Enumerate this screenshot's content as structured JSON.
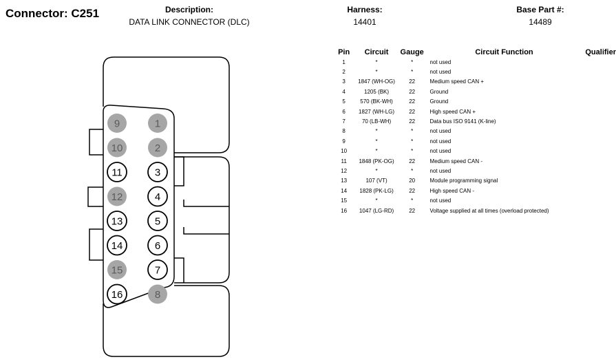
{
  "header": {
    "connector_title": "Connector: C251",
    "description_label": "Description:",
    "description_value": "DATA LINK CONNECTOR (DLC)",
    "harness_label": "Harness:",
    "harness_value": "14401",
    "base_part_label": "Base Part #:",
    "base_part_value": "14489"
  },
  "table": {
    "columns": [
      "Pin",
      "Circuit",
      "Gauge",
      "Circuit Function",
      "Qualifier"
    ],
    "rows": [
      {
        "pin": "1",
        "circuit": "*",
        "gauge": "*",
        "function": "not used",
        "qualifier": ""
      },
      {
        "pin": "2",
        "circuit": "*",
        "gauge": "*",
        "function": "not used",
        "qualifier": ""
      },
      {
        "pin": "3",
        "circuit": "1847 (WH-OG)",
        "gauge": "22",
        "function": "Medium speed CAN +",
        "qualifier": ""
      },
      {
        "pin": "4",
        "circuit": "1205 (BK)",
        "gauge": "22",
        "function": "Ground",
        "qualifier": ""
      },
      {
        "pin": "5",
        "circuit": "570 (BK-WH)",
        "gauge": "22",
        "function": "Ground",
        "qualifier": ""
      },
      {
        "pin": "6",
        "circuit": "1827 (WH-LG)",
        "gauge": "22",
        "function": "High speed CAN +",
        "qualifier": ""
      },
      {
        "pin": "7",
        "circuit": "70 (LB-WH)",
        "gauge": "22",
        "function": "Data bus ISO 9141 (K-line)",
        "qualifier": ""
      },
      {
        "pin": "8",
        "circuit": "*",
        "gauge": "*",
        "function": "not used",
        "qualifier": ""
      },
      {
        "pin": "9",
        "circuit": "*",
        "gauge": "*",
        "function": "not used",
        "qualifier": ""
      },
      {
        "pin": "10",
        "circuit": "*",
        "gauge": "*",
        "function": "not used",
        "qualifier": ""
      },
      {
        "pin": "11",
        "circuit": "1848 (PK-OG)",
        "gauge": "22",
        "function": "Medium speed CAN -",
        "qualifier": ""
      },
      {
        "pin": "12",
        "circuit": "*",
        "gauge": "*",
        "function": "not used",
        "qualifier": ""
      },
      {
        "pin": "13",
        "circuit": "107 (VT)",
        "gauge": "20",
        "function": "Module programming signal",
        "qualifier": ""
      },
      {
        "pin": "14",
        "circuit": "1828 (PK-LG)",
        "gauge": "22",
        "function": "High speed CAN -",
        "qualifier": ""
      },
      {
        "pin": "15",
        "circuit": "*",
        "gauge": "*",
        "function": "not used",
        "qualifier": ""
      },
      {
        "pin": "16",
        "circuit": "1047 (LG-RD)",
        "gauge": "22",
        "function": "Voltage supplied at all times (overload protected)",
        "qualifier": ""
      }
    ]
  },
  "connector": {
    "pins": [
      {
        "label": "9",
        "used": false
      },
      {
        "label": "1",
        "used": false
      },
      {
        "label": "10",
        "used": false
      },
      {
        "label": "2",
        "used": false
      },
      {
        "label": "11",
        "used": true
      },
      {
        "label": "3",
        "used": true
      },
      {
        "label": "12",
        "used": false
      },
      {
        "label": "4",
        "used": true
      },
      {
        "label": "13",
        "used": true
      },
      {
        "label": "5",
        "used": true
      },
      {
        "label": "14",
        "used": true
      },
      {
        "label": "6",
        "used": true
      },
      {
        "label": "15",
        "used": false
      },
      {
        "label": "7",
        "used": true
      },
      {
        "label": "16",
        "used": true
      },
      {
        "label": "8",
        "used": false
      }
    ],
    "colors": {
      "unused_fill": "#a6a6a6",
      "unused_text": "#5a5a5a",
      "used_fill": "#ffffff",
      "outline": "#000000"
    }
  }
}
